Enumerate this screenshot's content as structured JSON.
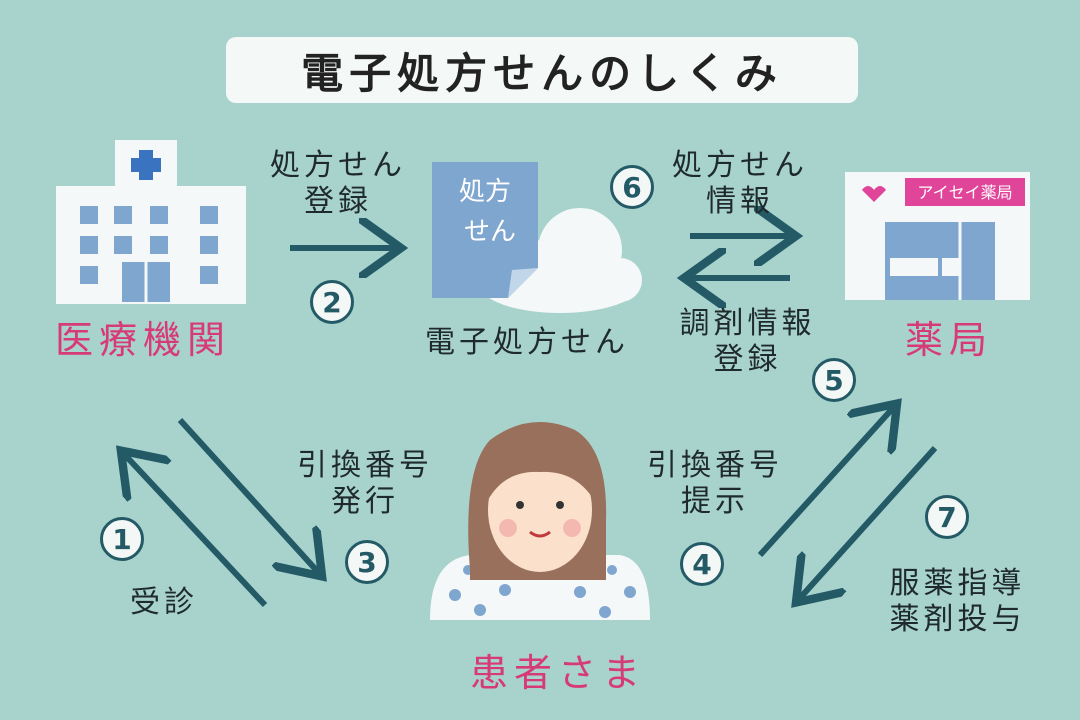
{
  "title": "電子処方せんのしくみ",
  "nodes": {
    "hospital": "医療機関",
    "pharmacy": "薬局",
    "patient": "患者さま",
    "cloud": "電子処方せん",
    "doc_line1": "処方",
    "doc_line2": "せん",
    "pharmacy_sign": "アイセイ薬局"
  },
  "steps": [
    {
      "num": "1",
      "line1": "受診",
      "line2": ""
    },
    {
      "num": "2",
      "line1": "処方せん",
      "line2": "登録"
    },
    {
      "num": "3",
      "line1": "引換番号",
      "line2": "発行"
    },
    {
      "num": "4",
      "line1": "引換番号",
      "line2": "提示"
    },
    {
      "num": "5",
      "line1": "調剤情報",
      "line2": "登録"
    },
    {
      "num": "6",
      "line1": "処方せん",
      "line2": "情報"
    },
    {
      "num": "7",
      "line1": "服薬指導",
      "line2": "薬剤投与"
    }
  ],
  "colors": {
    "background": "#a8d3cd",
    "arrow": "#245a66",
    "label_pink": "#d73a78",
    "building": "#f4f8f8",
    "window": "#7fa6cf",
    "cross": "#3a73c0",
    "sign": "#e0459a"
  }
}
